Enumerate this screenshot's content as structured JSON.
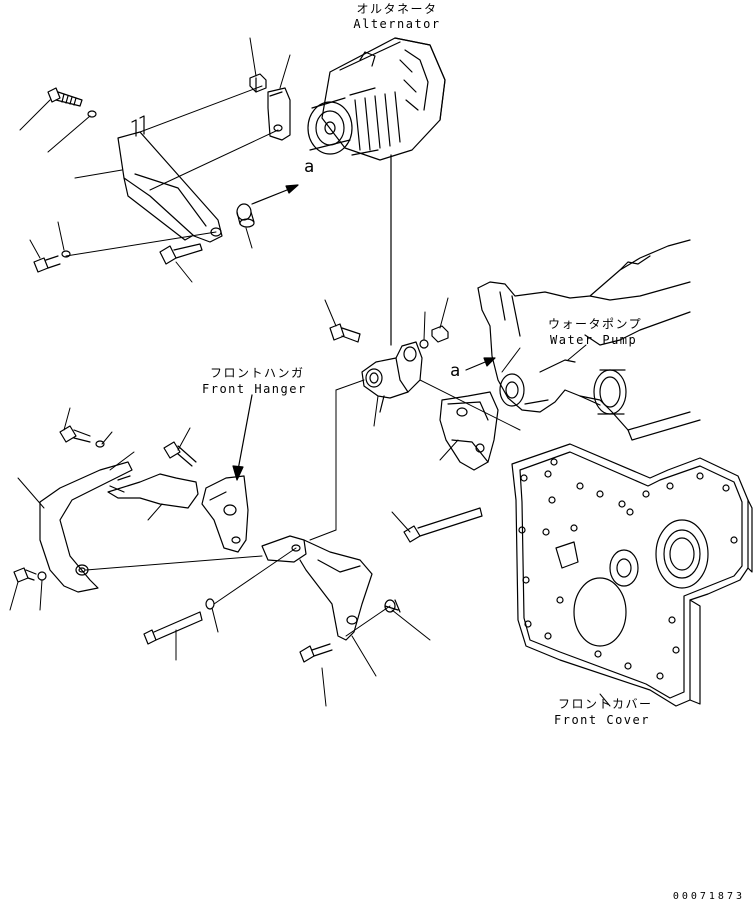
{
  "labels": {
    "alternator_jp": "オルタネータ",
    "alternator_en": "Alternator",
    "water_pump_jp": "ウォータポンプ",
    "water_pump_en": "Water Pump",
    "front_hanger_jp": "フロントハンガ",
    "front_hanger_en": "Front Hanger",
    "front_cover_jp": "フロントカバー",
    "front_cover_en": "Front Cover"
  },
  "markers": {
    "ref_a_upper": "a",
    "ref_a_lower": "a"
  },
  "drawing_number": "00071873"
}
